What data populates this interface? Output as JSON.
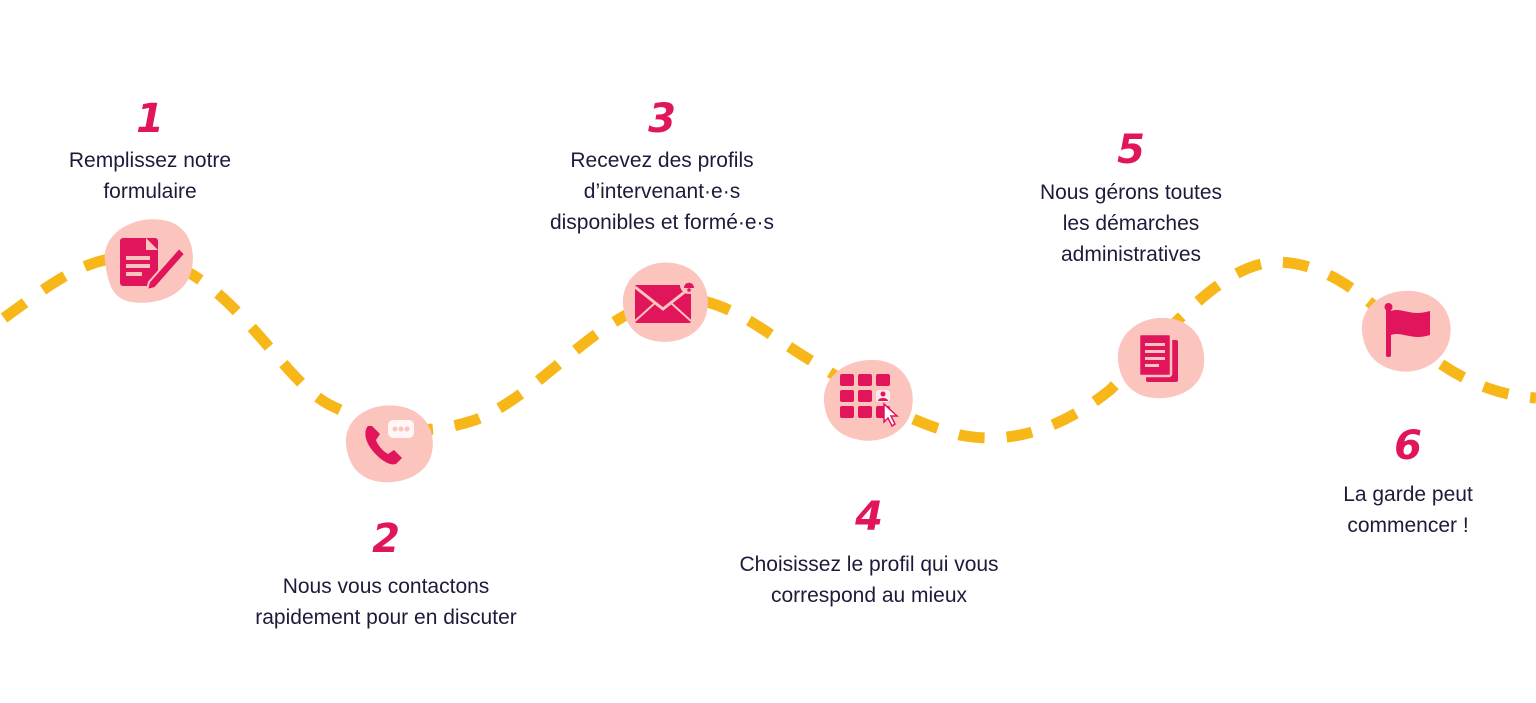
{
  "colors": {
    "path": "#f7b718",
    "blob": "#fbc4bd",
    "accent": "#e0155c",
    "text": "#1f1a3a",
    "background": "#ffffff"
  },
  "steps": [
    {
      "number": "1",
      "lines": [
        "Remplissez notre",
        "formulaire"
      ],
      "icon": "document-edit-icon"
    },
    {
      "number": "2",
      "lines": [
        "Nous vous contactons",
        "rapidement pour en discuter"
      ],
      "icon": "phone-chat-icon"
    },
    {
      "number": "3",
      "lines": [
        "Recevez des profils",
        "d’intervenant·e·s",
        "disponibles et formé·e·s"
      ],
      "icon": "envelope-notification-icon"
    },
    {
      "number": "4",
      "lines": [
        "Choisissez le profil qui vous",
        "correspond au mieux"
      ],
      "icon": "profile-grid-select-icon"
    },
    {
      "number": "5",
      "lines": [
        "Nous gérons toutes",
        "les démarches",
        "administratives"
      ],
      "icon": "documents-icon"
    },
    {
      "number": "6",
      "lines": [
        "La garde peut",
        "commencer !"
      ],
      "icon": "flag-icon"
    }
  ]
}
